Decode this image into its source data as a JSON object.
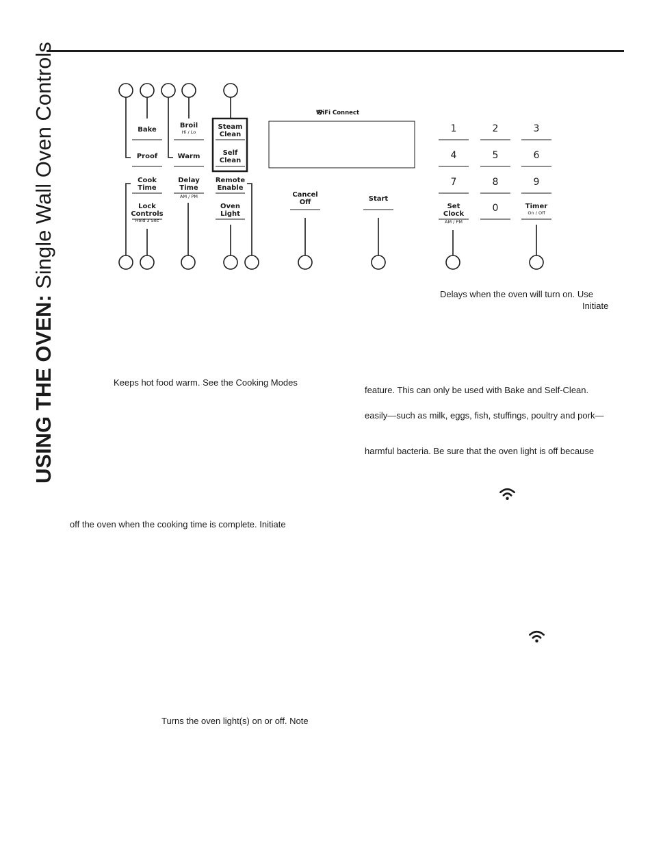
{
  "side_title": {
    "bold": "USING THE OVEN:",
    "normal": " Single Wall Oven Controls"
  },
  "panel": {
    "wifi_connect": "WiFi Connect",
    "buttons": {
      "bake": "Bake",
      "proof": "Proof",
      "broil": "Broil",
      "broil_sub": "Hi / Lo",
      "warm": "Warm",
      "steam_clean": "Steam\nClean",
      "self_clean": "Self\nClean",
      "cook_time": "Cook\nTime",
      "lock_controls": "Lock\nControls",
      "lock_sub": "Hold 3 Sec",
      "delay_time": "Delay\nTime",
      "delay_sub": "AM / PM",
      "remote_enable": "Remote\nEnable",
      "oven_light": "Oven\nLight",
      "cancel_off": "Cancel\nOff",
      "start": "Start",
      "set_clock": "Set\nClock",
      "set_clock_sub": "AM / PM",
      "timer": "Timer",
      "timer_sub": "On / Off"
    },
    "digits": [
      "1",
      "2",
      "3",
      "4",
      "5",
      "6",
      "7",
      "8",
      "9",
      "0"
    ]
  },
  "fragments": {
    "delay_line1": "Delays when the oven will turn on. Use",
    "delay_line2": "Initiate",
    "warm_desc": "Keeps hot food warm. See the Cooking Modes",
    "bake_clean": "feature. This can only be used with Bake and Self-Clean.",
    "foods": "easily—such as milk, eggs, fish, stuffings, poultry and pork—",
    "bacteria": "harmful bacteria. Be sure that the oven light is off because",
    "cook_time_desc": "off the oven when the cooking time is complete. Initiate",
    "light_desc": "Turns the oven light(s) on or off. Note"
  },
  "icons": {
    "wifi": "wifi-icon"
  }
}
